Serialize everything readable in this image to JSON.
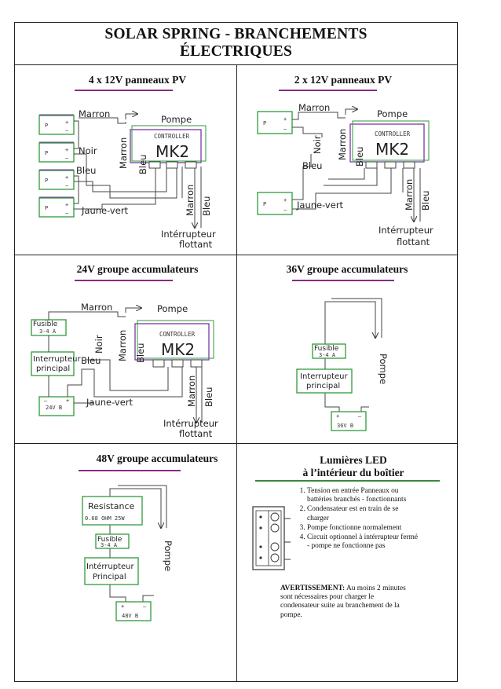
{
  "title": {
    "line1": "SOLAR SPRING - BRANCHEMENTS",
    "line2": "ÉLECTRIQUES"
  },
  "panels": {
    "p1": {
      "title": "4 x 12V  panneaux PV",
      "controller": "CONTROLLER",
      "model": "MK2",
      "labels": {
        "marron": "Marron",
        "pompe": "Pompe",
        "noir": "Noir",
        "bleu": "Bleu",
        "jaune": "Jaune-vert",
        "marron_v": "Marron",
        "bleu_v": "Bleu",
        "marron_v2": "Marron",
        "bleu_v2": "Bleu",
        "inter1": "Intérrupteur",
        "inter2": "flottant"
      },
      "boxes": [
        "P",
        "P",
        "P",
        "P"
      ]
    },
    "p2": {
      "title": "2 x 12V  panneaux PV",
      "controller": "CONTROLLER",
      "model": "MK2",
      "labels": {
        "marron": "Marron",
        "pompe": "Pompe",
        "noir": "Noir",
        "bleu": "Bleu",
        "jaune": "Jaune-vert",
        "marron_v": "Marron",
        "bleu_v": "Bleu",
        "marron_v2": "Marron",
        "bleu_v2": "Bleu",
        "inter1": "Intérrupteur",
        "inter2": "flottant"
      },
      "boxes": [
        "P",
        "P"
      ]
    },
    "p3": {
      "title": "24V groupe accumulateurs",
      "controller": "CONTROLLER",
      "model": "MK2",
      "labels": {
        "marron": "Marron",
        "pompe": "Pompe",
        "noir": "Noir",
        "bleu": "Bleu",
        "jaune": "Jaune-vert",
        "marron_v": "Marron",
        "bleu_v": "Bleu",
        "marron_v2": "Marron",
        "bleu_v2": "Bleu",
        "inter1": "Intérrupteur",
        "inter2": "flottant",
        "fusible": "Fusible",
        "fusible_val": "3-4 A",
        "int_princ1": "Interrupteur",
        "int_princ2": "principal",
        "batt": "24V  B"
      }
    },
    "p4": {
      "title": "36V groupe accumulateurs",
      "labels": {
        "fusible": "Fusible",
        "fusible_val": "3-4 A",
        "int_princ1": "Interrupteur",
        "int_princ2": "principal",
        "batt": "36V  B",
        "pompe": "Pompe"
      }
    },
    "p5": {
      "title": "48V groupe accumulateurs",
      "labels": {
        "resistance": "Resistance",
        "resistance_val": "0.68 OHM  25W",
        "fusible": "Fusible",
        "fusible_val": "3-4 A",
        "int_princ1": "Intérrupteur",
        "int_princ2": "Principal",
        "batt": "48V  B",
        "pompe": "Pompe"
      }
    },
    "p6": {
      "title1": "Lumières LED",
      "title2": "à l’intérieur du boîtier",
      "items": [
        "Tension en entrée Panneaux ou battéries branchés - fonctionnants",
        "Condensateur est en train de se charger",
        "Pompe fonctionne normalement",
        "Circuit optionnel à intérrupteur fermé - pompe ne fonctionne pas"
      ],
      "warning_label": "AVERTISSEMENT:",
      "warning_text": "Au moins 2 minutes sont nécessaires pour charger le condensateur suite au branchement de la pompe."
    }
  },
  "colors": {
    "border": "#222222",
    "underline": "#8a2a86",
    "green": "#2e9a3a",
    "purple": "#7a3aa0",
    "wire": "#444444"
  }
}
